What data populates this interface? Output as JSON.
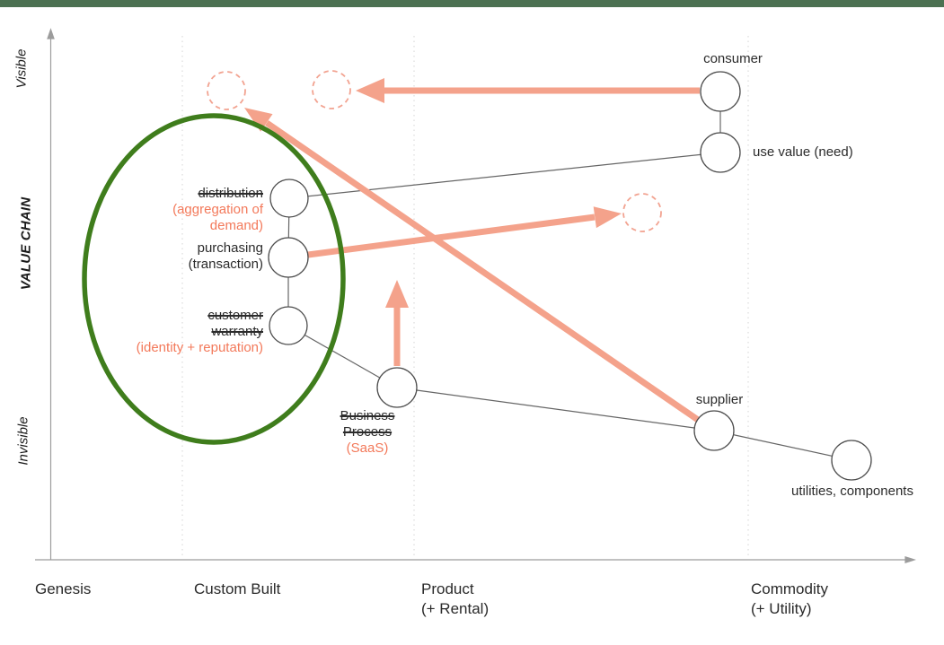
{
  "colors": {
    "topbar": "#4c7152",
    "arrow_salmon": "#f4a28b",
    "dashed_circle_salmon": "#f2a391",
    "text_orange": "#f3795a",
    "highlight_green": "#3f7d1c",
    "node_stroke": "#4d4d4d",
    "edge_gray": "#666666",
    "axis_gray": "#9c9c9c"
  },
  "axes": {
    "y_title": "VALUE CHAIN",
    "y_top": "Visible",
    "y_bottom": "Invisible",
    "x_stage1": "Genesis",
    "x_stage2": "Custom Built",
    "x_stage3_line1": "Product",
    "x_stage3_line2": "(+ Rental)",
    "x_stage4_line1": "Commodity",
    "x_stage4_line2": "(+ Utility)"
  },
  "nodes": {
    "consumer": {
      "label": "consumer"
    },
    "use_value": {
      "label": "use value (need)"
    },
    "distribution": {
      "old_label": "distribution",
      "new_label_line1": "(aggregation of",
      "new_label_line2": "demand)"
    },
    "purchasing": {
      "label_line1": "purchasing",
      "label_line2": "(transaction)"
    },
    "customer_warranty": {
      "old_label_line1": "customer",
      "old_label_line2": "warranty",
      "new_label": "(identity + reputation)"
    },
    "business_process": {
      "old_label_line1": "Business",
      "old_label_line2": "Process",
      "new_label": "(SaaS)"
    },
    "supplier": {
      "label": "supplier"
    },
    "utilities": {
      "label": "utilities, components"
    }
  }
}
